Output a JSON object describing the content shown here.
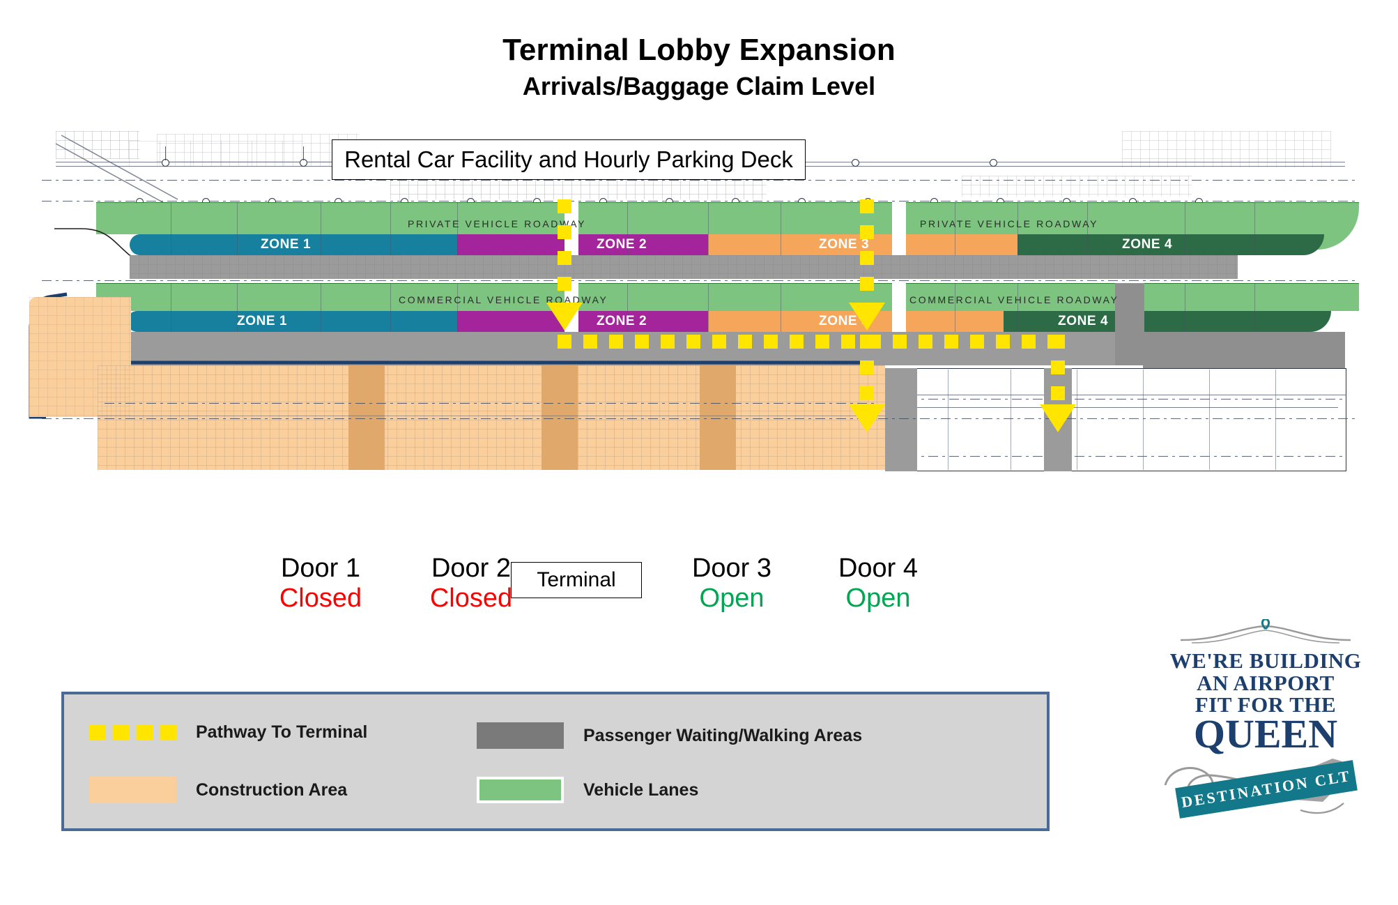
{
  "title": {
    "main": "Terminal Lobby Expansion",
    "sub": "Arrivals/Baggage Claim Level"
  },
  "map": {
    "top_building_label": "Rental Car Facility and Hourly Parking Deck",
    "terminal_label": "Terminal",
    "roadways": [
      {
        "id": "private",
        "caption": "PRIVATE  VEHICLE  ROADWAY"
      },
      {
        "id": "commercial",
        "caption": "COMMERCIAL  VEHICLE  ROADWAY"
      }
    ],
    "zones": [
      {
        "label": "ZONE 1",
        "color": "#17809e"
      },
      {
        "label": "ZONE 2",
        "color": "#a3249b"
      },
      {
        "label": "ZONE 3",
        "color": "#f5a65b"
      },
      {
        "label": "ZONE 4",
        "color": "#2c6b45"
      }
    ],
    "doors": [
      {
        "name": "Door 1",
        "status": "Closed",
        "status_color": "#ff0000"
      },
      {
        "name": "Door 2",
        "status": "Closed",
        "status_color": "#ff0000"
      },
      {
        "name": "Door 3",
        "status": "Open",
        "status_color": "#00a651"
      },
      {
        "name": "Door 4",
        "status": "Open",
        "status_color": "#00a651"
      }
    ]
  },
  "legend": {
    "items": [
      {
        "label": "Pathway To Terminal",
        "swatch": "yellow-dashed",
        "color": "#ffe500"
      },
      {
        "label": "Construction Area",
        "swatch": "solid",
        "color": "#fbcf9c"
      },
      {
        "label": "Passenger Waiting/Walking Areas",
        "swatch": "solid",
        "color": "#7a7a7a"
      },
      {
        "label": "Vehicle Lanes",
        "swatch": "solid",
        "color": "#7cc47f"
      }
    ]
  },
  "logo": {
    "line1": "WE'RE BUILDING",
    "line2": "AN AIRPORT",
    "line3": "FIT FOR THE",
    "line4": "QUEEN",
    "ribbon": "DESTINATION CLT"
  }
}
